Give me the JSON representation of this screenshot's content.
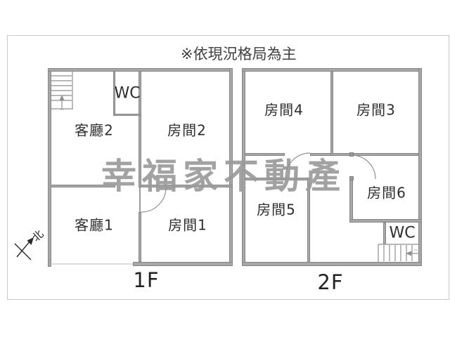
{
  "page": {
    "title_note": "※依現況格局為主",
    "watermark": "幸福家不動產",
    "compass_label": "北"
  },
  "colors": {
    "wall_fill": "#a7a7a7",
    "wall_edge": "#878787",
    "thin_line": "#8f8f8f",
    "label_text": "#2e2e2e",
    "watermark_gray": "#9b9b9b",
    "page_border": "#c9c9c9"
  },
  "floor_1f": {
    "label": "1F",
    "rooms": {
      "wc": "WC",
      "living2": "客廳2",
      "room2": "房間2",
      "living1": "客廳1",
      "room1": "房間1"
    }
  },
  "floor_2f": {
    "label": "2F",
    "rooms": {
      "room4": "房間4",
      "room3": "房間3",
      "room5": "房間5",
      "room6": "房間6",
      "wc": "WC"
    }
  }
}
